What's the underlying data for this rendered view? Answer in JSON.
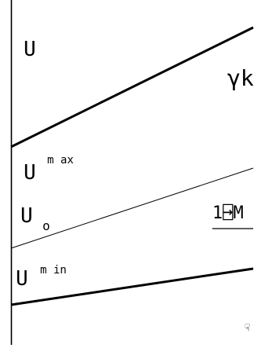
{
  "labels": {
    "u": "U",
    "u_max_base": "U",
    "u_max_sup": "m ax",
    "u0_base": "U",
    "u0_sub": "o",
    "u_min_base": "U",
    "u_min_sup": "m in"
  },
  "symbols": {
    "gamma_k": "γk",
    "right_mark": "1⍈M",
    "corner_mark": "☟"
  },
  "colors": {
    "ink": "#000000",
    "background": "#ffffff"
  }
}
